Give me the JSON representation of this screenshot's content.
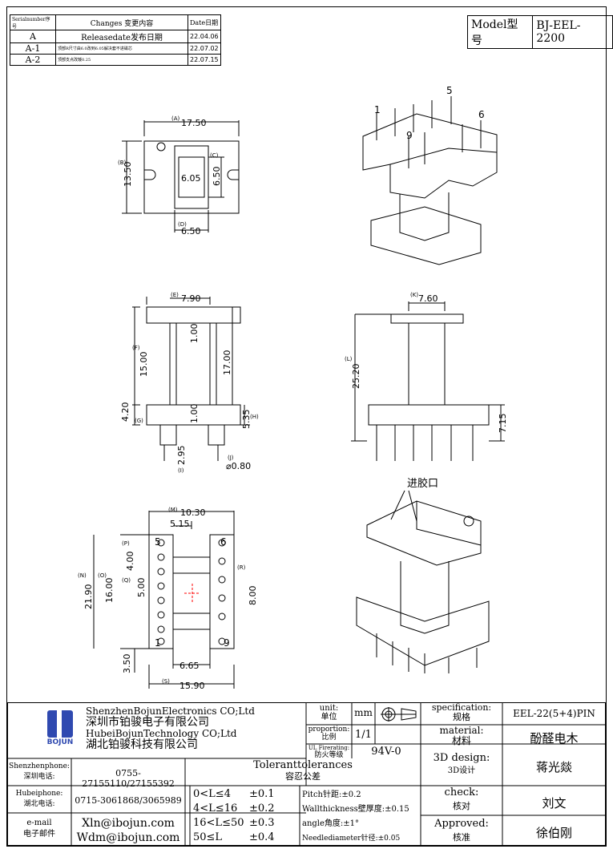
{
  "revision_table": {
    "headers": [
      "Serialnumber序号",
      "Changes 变更内容",
      "Date日期"
    ],
    "rows": [
      {
        "serial": "A",
        "change": "Releasedate发布日期",
        "date": "22.04.06"
      },
      {
        "serial": "A-1",
        "change": "顶部R尺寸由6.0改到6.05解决套不进磁芯",
        "date": "22.07.02"
      },
      {
        "serial": "A-2",
        "change": "顶部支点改矮0.25",
        "date": "22.07.15"
      }
    ]
  },
  "model": {
    "label": "Model型号",
    "value": "BJ-EEL-2200"
  },
  "drawing": {
    "top_view": {
      "A": "(A)",
      "A_val": "17.50",
      "B": "(B)",
      "B_val": "13.50",
      "C": "(C)",
      "C_val": "6.50",
      "inner": "6.05",
      "D": "(D)",
      "D_val": "6.50"
    },
    "front_view": {
      "E": "(E)",
      "E_val": "7.90",
      "F": "(F)",
      "F_val": "15.00",
      "v1": "1.00",
      "v17": "17.00",
      "G": "(G)",
      "G_val": "4.20",
      "v1b": "1.00",
      "H": "(H)",
      "H_val": "5.35",
      "I": "(I)",
      "I_val": "2.95",
      "J": "(J)",
      "J_val": "⌀0.80"
    },
    "side_view": {
      "K": "(K)",
      "K_val": "7.60",
      "L": "(L)",
      "L_val": "25.20",
      "v715": "7.15"
    },
    "bottom_view": {
      "M": "(M)",
      "M_val": "10.30",
      "v515": "5.15",
      "N": "(N)",
      "N_val": "21.90",
      "O": "(O)",
      "O_val": "16.00",
      "P": "(P)",
      "P_val": "4.00",
      "Q": "(Q)",
      "Q_val": "5.00",
      "R": "(R)",
      "R_val": "8.00",
      "v350": "3.50",
      "v665": "6.65",
      "S": "(S)",
      "S_val": "15.90",
      "pin5": "5",
      "pin1": "1",
      "pin6": "6",
      "pin9": "9"
    },
    "iso_top": {
      "pin1": "1",
      "pin5": "5",
      "pin6": "6",
      "pin9": "9"
    },
    "iso_bottom": {
      "gate": "进胶口"
    }
  },
  "title_block": {
    "company_en1": "ShenzhenBojunElectronics CO;Ltd",
    "company_cn1": "深圳市铂骏电子有限公司",
    "company_en2": "HubeiBojunTechnology CO;Ltd",
    "company_cn2": "湖北铂骏科技有限公司",
    "logo_text": "BOJUN",
    "unit_label": "unit:",
    "unit_label_cn": "单位",
    "unit_value": "mm",
    "proportion_label": "proportion:",
    "proportion_label_cn": "比例",
    "proportion_value": "1/1",
    "ul_label": "UL Firerating:",
    "ul_label_cn": "防火等级",
    "ul_value": "94V-0",
    "spec_label": "specification:",
    "spec_label_cn": "规格",
    "spec_value": "EEL-22(5+4)PIN",
    "material_label": "material:",
    "material_label_cn": "材料",
    "material_value": "酚醛电木",
    "design_label": "3D design:",
    "design_label_cn": "3D设计",
    "design_value": "蒋光燚",
    "check_label": "check:",
    "check_label_cn": "核对",
    "check_value": "刘文",
    "approved_label": "Approved:",
    "approved_label_cn": "核准",
    "approved_value": "徐伯刚",
    "shenzhen_label": "Shenzhenphone:",
    "shenzhen_label_cn": "深圳电话:",
    "shenzhen_phone": "0755-27155110/27155392",
    "hubei_label": "Hubeiphone:",
    "hubei_label_cn": "湖北电话:",
    "hubei_phone": "0715-3061868/3065989",
    "email_label": "e-mail",
    "email_label_cn": "电子邮件",
    "email1": "Xln@ibojun.com",
    "email2": "Wdm@ibojun.com",
    "tol_title": "Toleranttolerances",
    "tol_title_cn": "容忍公差",
    "tolerances": [
      {
        "range": "0<L≤4",
        "value": "±0.1"
      },
      {
        "range": "4<L≤16",
        "value": "±0.2"
      },
      {
        "range": "16<L≤50",
        "value": "±0.3"
      },
      {
        "range": "50≤L",
        "value": "±0.4"
      }
    ],
    "pitch": "Pitch针距:±0.2",
    "wall": "Wallthickness壁厚度:±0.15",
    "angle": "angle角度:±1°",
    "needle": "Needlediameter针径:±0.05"
  }
}
